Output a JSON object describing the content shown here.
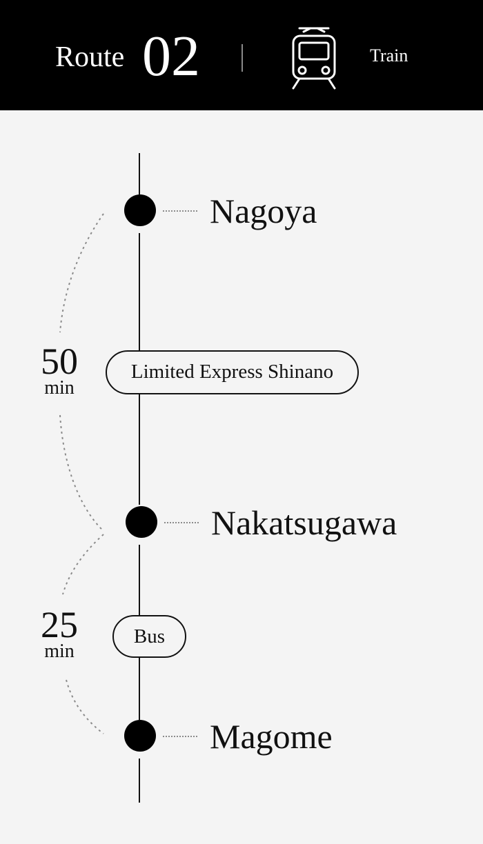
{
  "header": {
    "route_label": "Route",
    "route_number": "02",
    "mode_icon": "train-icon",
    "mode_label": "Train"
  },
  "stations": [
    {
      "name": "Nagoya"
    },
    {
      "name": "Nakatsugawa"
    },
    {
      "name": "Magome"
    }
  ],
  "segments": [
    {
      "label": "Limited Express Shinano",
      "duration": "50",
      "unit": "min"
    },
    {
      "label": "Bus",
      "duration": "25",
      "unit": "min"
    }
  ],
  "colors": {
    "header_bg": "#000000",
    "page_bg": "#f4f4f4",
    "line": "#111111",
    "dotted": "#8a8a8a"
  }
}
